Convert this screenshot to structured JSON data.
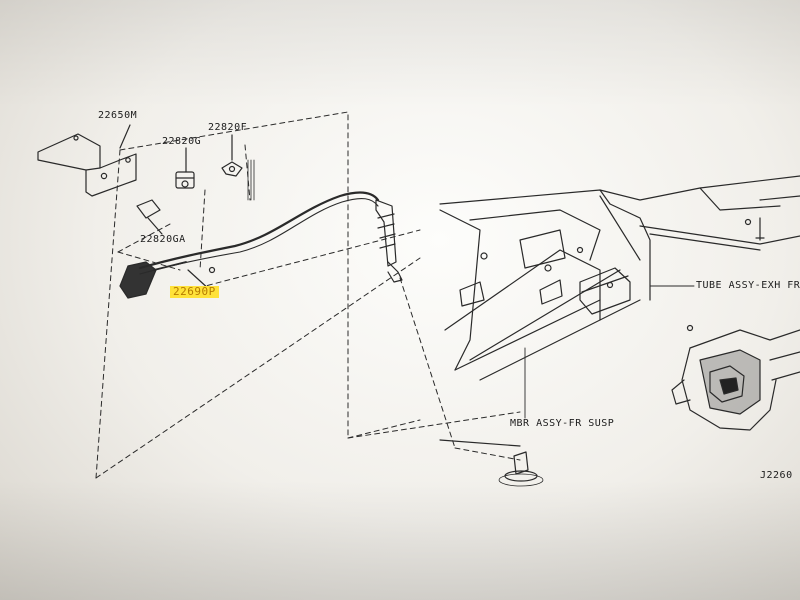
{
  "labels": {
    "part_22650m": "22650M",
    "part_22820g": "22820G",
    "part_22820f": "22820F",
    "part_22820ga": "22820GA",
    "part_22690p": "22690P",
    "tube_assy": "TUBE ASSY-EXH FR",
    "mbr_assy": "MBR ASSY-FR SUSP",
    "diagram_code": "J2260"
  },
  "colors": {
    "highlight": "#ffe23a",
    "line": "#2a2a2a"
  }
}
